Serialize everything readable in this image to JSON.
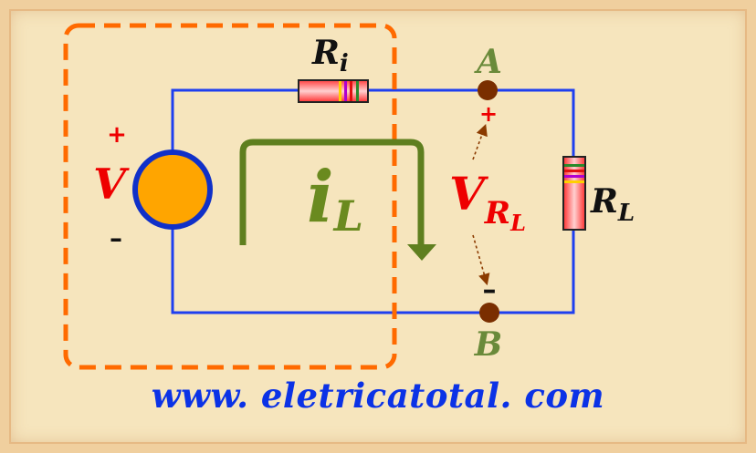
{
  "labels": {
    "source_voltage": "V",
    "source_plus": "+",
    "source_minus": "–",
    "internal_resistor": "R",
    "internal_resistor_sub": "i",
    "load_resistor": "R",
    "load_resistor_sub": "L",
    "current": "i",
    "current_sub": "L",
    "node_a": "A",
    "node_b": "B",
    "load_voltage": "V",
    "load_voltage_sub": "R",
    "load_voltage_subsub": "L",
    "node_a_sign": "+",
    "node_b_sign": "–"
  },
  "website": "www. eletricatotal. com",
  "colors": {
    "wire": "#1e3ff0",
    "source_fill": "#ffa500",
    "source_ring": "#1030c8",
    "dashed_box": "#ff6a00",
    "current_arrow": "#5f7f1f",
    "node": "#7a2e00",
    "red_label": "#ee0000",
    "green_label": "#6a8a3a",
    "url": "#0b32e6"
  }
}
